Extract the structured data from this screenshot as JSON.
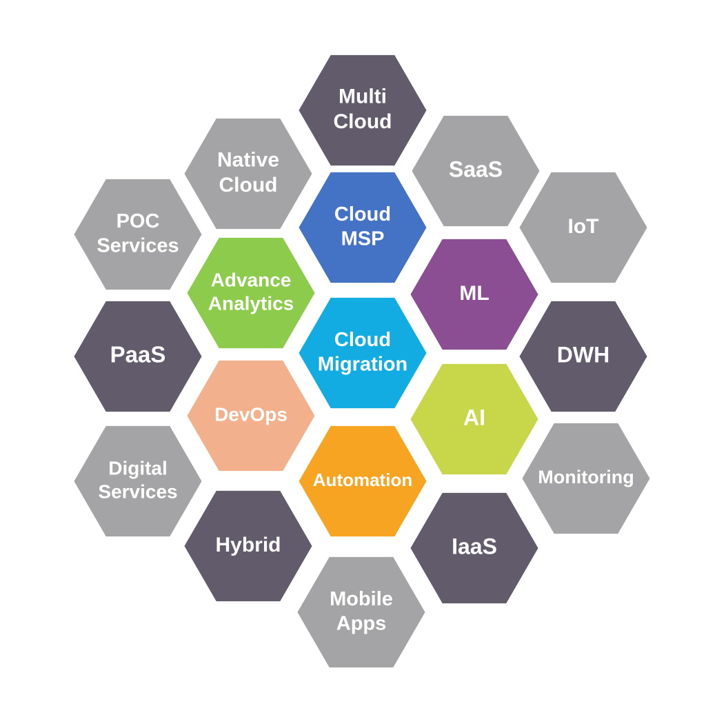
{
  "diagram": {
    "colors": {
      "dark": "#625b6b",
      "gray": "#a4a4a6",
      "blue": "#4472c4",
      "purple": "#8b4e93",
      "green": "#8ccb4c",
      "cyan": "#12ace2",
      "lime": "#c8d64a",
      "peach": "#f2b08c",
      "orange": "#f6a422"
    },
    "hexagons": [
      {
        "id": "multi-cloud",
        "lines": [
          "Multi",
          "Cloud"
        ],
        "color": "dark"
      },
      {
        "id": "native-cloud",
        "lines": [
          "Native",
          "Cloud"
        ],
        "color": "gray"
      },
      {
        "id": "saas",
        "lines": [
          "SaaS"
        ],
        "color": "gray"
      },
      {
        "id": "poc-services",
        "lines": [
          "POC",
          "Services"
        ],
        "color": "gray"
      },
      {
        "id": "cloud-msp",
        "lines": [
          "Cloud",
          "MSP"
        ],
        "color": "blue"
      },
      {
        "id": "iot",
        "lines": [
          "IoT"
        ],
        "color": "gray"
      },
      {
        "id": "advance-analytics",
        "lines": [
          "Advance",
          "Analytics"
        ],
        "color": "green"
      },
      {
        "id": "ml",
        "lines": [
          "ML"
        ],
        "color": "purple"
      },
      {
        "id": "paas",
        "lines": [
          "PaaS"
        ],
        "color": "dark"
      },
      {
        "id": "cloud-migration",
        "lines": [
          "Cloud",
          "Migration"
        ],
        "color": "cyan"
      },
      {
        "id": "dwh",
        "lines": [
          "DWH"
        ],
        "color": "dark"
      },
      {
        "id": "devops",
        "lines": [
          "DevOps"
        ],
        "color": "peach"
      },
      {
        "id": "ai",
        "lines": [
          "AI"
        ],
        "color": "lime"
      },
      {
        "id": "digital-services",
        "lines": [
          "Digital",
          "Services"
        ],
        "color": "gray"
      },
      {
        "id": "automation",
        "lines": [
          "Automation"
        ],
        "color": "orange"
      },
      {
        "id": "monitoring",
        "lines": [
          "Monitoring"
        ],
        "color": "gray"
      },
      {
        "id": "hybrid",
        "lines": [
          "Hybrid"
        ],
        "color": "dark"
      },
      {
        "id": "iaas",
        "lines": [
          "IaaS"
        ],
        "color": "dark"
      },
      {
        "id": "mobile-apps",
        "lines": [
          "Mobile",
          "Apps"
        ],
        "color": "gray"
      }
    ]
  }
}
